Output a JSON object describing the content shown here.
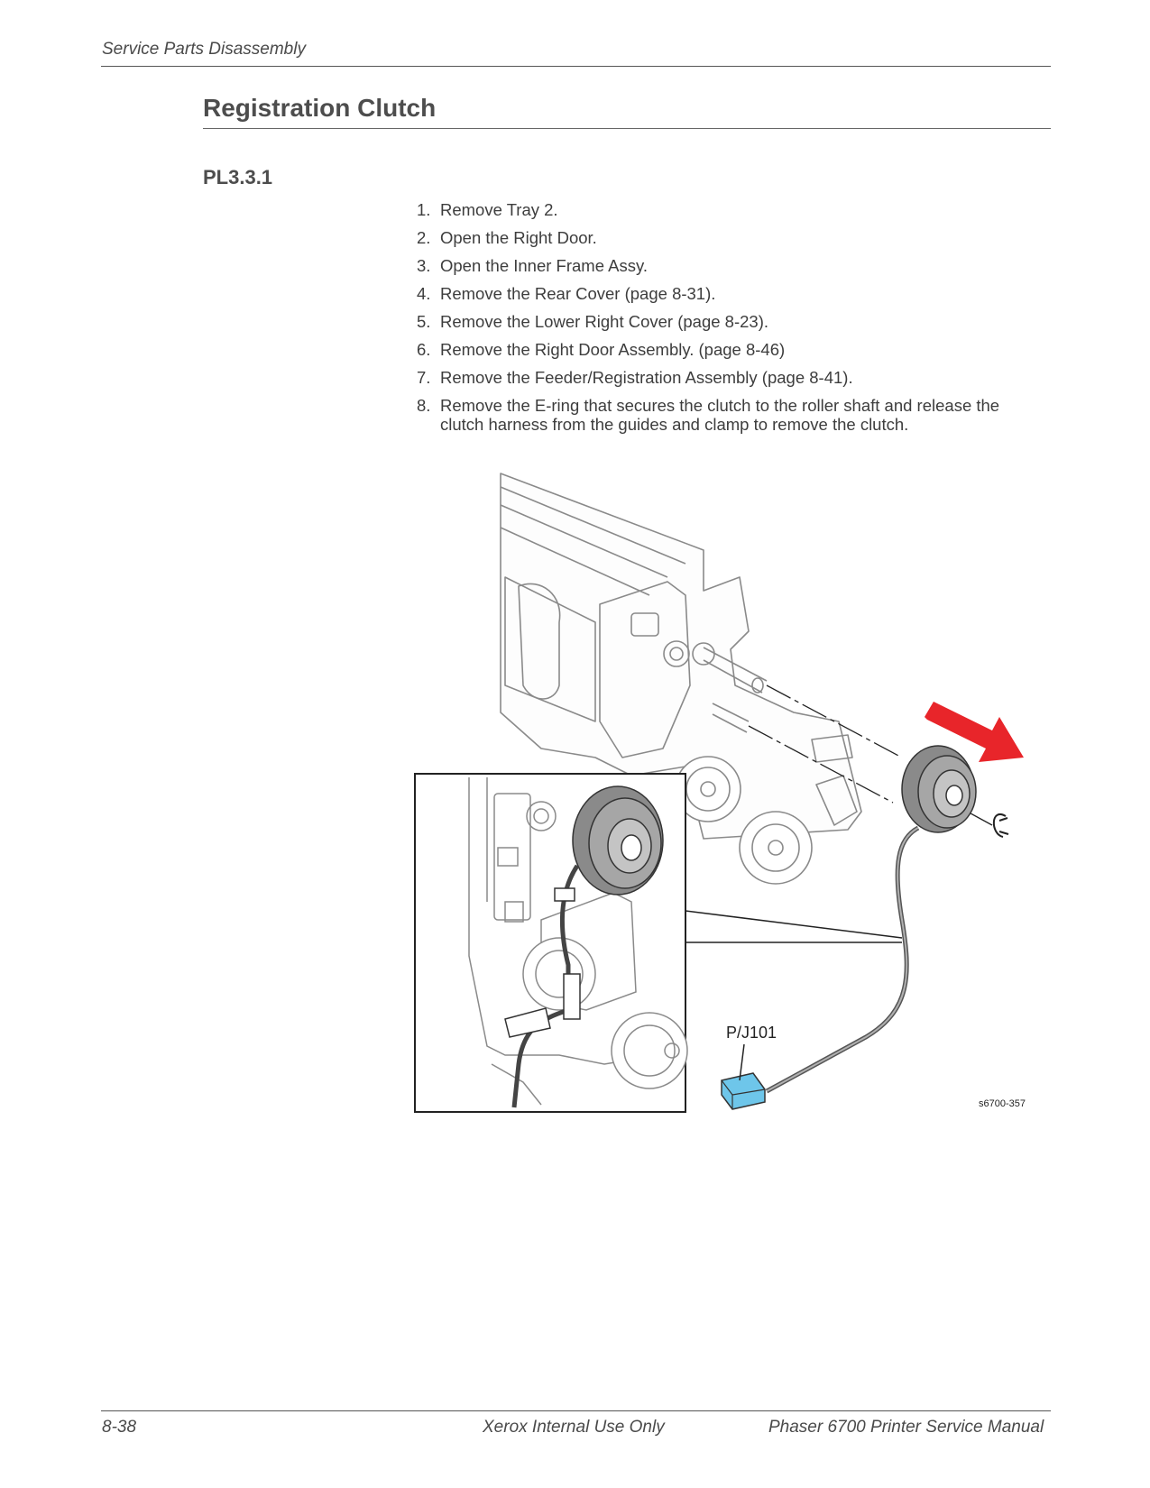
{
  "header": {
    "running_head": "Service Parts Disassembly"
  },
  "section": {
    "title": "Registration Clutch",
    "parts_ref": "PL3.3.1"
  },
  "steps": [
    {
      "num": "1.",
      "text": "Remove Tray 2."
    },
    {
      "num": "2.",
      "text": "Open the Right Door."
    },
    {
      "num": "3.",
      "text": "Open the Inner Frame Assy."
    },
    {
      "num": "4.",
      "text": "Remove the Rear Cover (page 8-31)."
    },
    {
      "num": "5.",
      "text": "Remove the Lower Right Cover (page 8-23)."
    },
    {
      "num": "6.",
      "text": "Remove the Right Door Assembly. (page 8-46)"
    },
    {
      "num": "7.",
      "text": "Remove the Feeder/Registration Assembly (page 8-41)."
    },
    {
      "num": "8.",
      "text": "Remove the E-ring that secures the clutch to the roller shaft and release the clutch harness from the guides and clamp to remove the clutch."
    }
  ],
  "figure": {
    "callout_label": "P/J101",
    "figure_id": "s6700-357",
    "colors": {
      "arrow": "#e8252a",
      "connector": "#6ec6ea",
      "line_art": "#8a8a8a"
    }
  },
  "footer": {
    "page_number": "8-38",
    "center_text": "Xerox Internal Use Only",
    "manual_title": "Phaser 6700 Printer Service Manual"
  }
}
